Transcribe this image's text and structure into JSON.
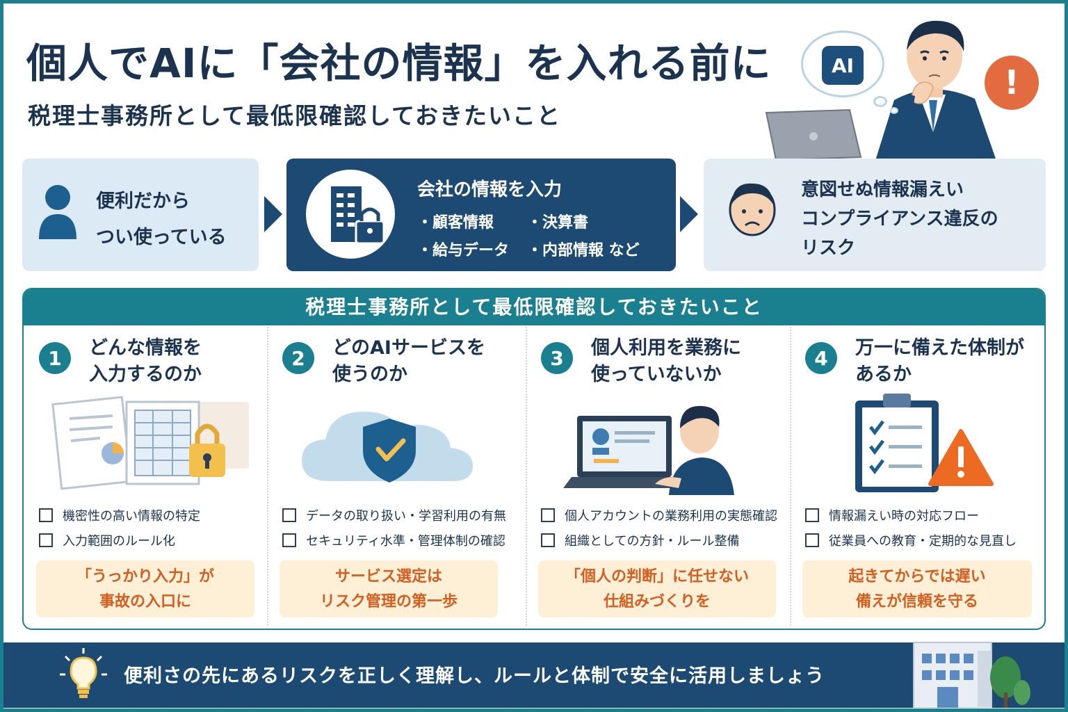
{
  "header": {
    "title": "個人でAIに「会社の情報」を入れる前に",
    "subtitle": "税理士事務所として最低限確認しておきたいこと",
    "ai_chip": "AI",
    "alert_mark": "!"
  },
  "flow": {
    "step1": {
      "line1": "便利だから",
      "line2": "つい使っている"
    },
    "step2": {
      "title": "会社の情報を入力",
      "items": [
        "・顧客情報",
        "・決算書",
        "・給与データ",
        "・内部情報 など"
      ]
    },
    "step3": {
      "line1": "意図せぬ情報漏えい",
      "line2": "コンプライアンス違反の",
      "line3": "リスク"
    }
  },
  "checklist": {
    "heading": "税理士事務所として最低限確認しておきたいこと",
    "columns": [
      {
        "number": "1",
        "title_line1": "どんな情報を",
        "title_line2": "入力するのか",
        "checks": [
          "機密性の高い情報の特定",
          "入力範囲のルール化"
        ],
        "note_line1": "「うっかり入力」が",
        "note_line2": "事故の入口に"
      },
      {
        "number": "2",
        "title_line1": "どのAIサービスを",
        "title_line2": "使うのか",
        "checks": [
          "データの取り扱い・学習利用の有無",
          "セキュリティ水準・管理体制の確認"
        ],
        "note_line1": "サービス選定は",
        "note_line2": "リスク管理の第一歩"
      },
      {
        "number": "3",
        "title_line1": "個人利用を業務に",
        "title_line2": "使っていないか",
        "checks": [
          "個人アカウントの業務利用の実態確認",
          "組織としての方針・ルール整備"
        ],
        "note_line1": "「個人の判断」に任せない",
        "note_line2": "仕組みづくりを"
      },
      {
        "number": "4",
        "title_line1": "万一に備えた体制が",
        "title_line2": "あるか",
        "checks": [
          "情報漏えい時の対応フロー",
          "従業員への教育・定期的な見直し"
        ],
        "note_line1": "起きてからでは遅い",
        "note_line2": "備えが信頼を守る"
      }
    ]
  },
  "footer": {
    "message": "便利さの先にあるリスクを正しく理解し、ルールと体制で安全に活用しましょう"
  },
  "colors": {
    "navy": "#1d4a72",
    "teal": "#1a7f8e",
    "accent_orange": "#e26b3f",
    "note_bg": "#fdf0d6",
    "note_text": "#d55d1f"
  },
  "icons": [
    "ai-chip-icon",
    "alert-icon",
    "person-icon",
    "building-lock-icon",
    "worried-face-icon",
    "documents-lock-icon",
    "cloud-shield-icon",
    "laptop-worker-icon",
    "clipboard-warning-icon",
    "lightbulb-icon",
    "office-building-icon"
  ]
}
